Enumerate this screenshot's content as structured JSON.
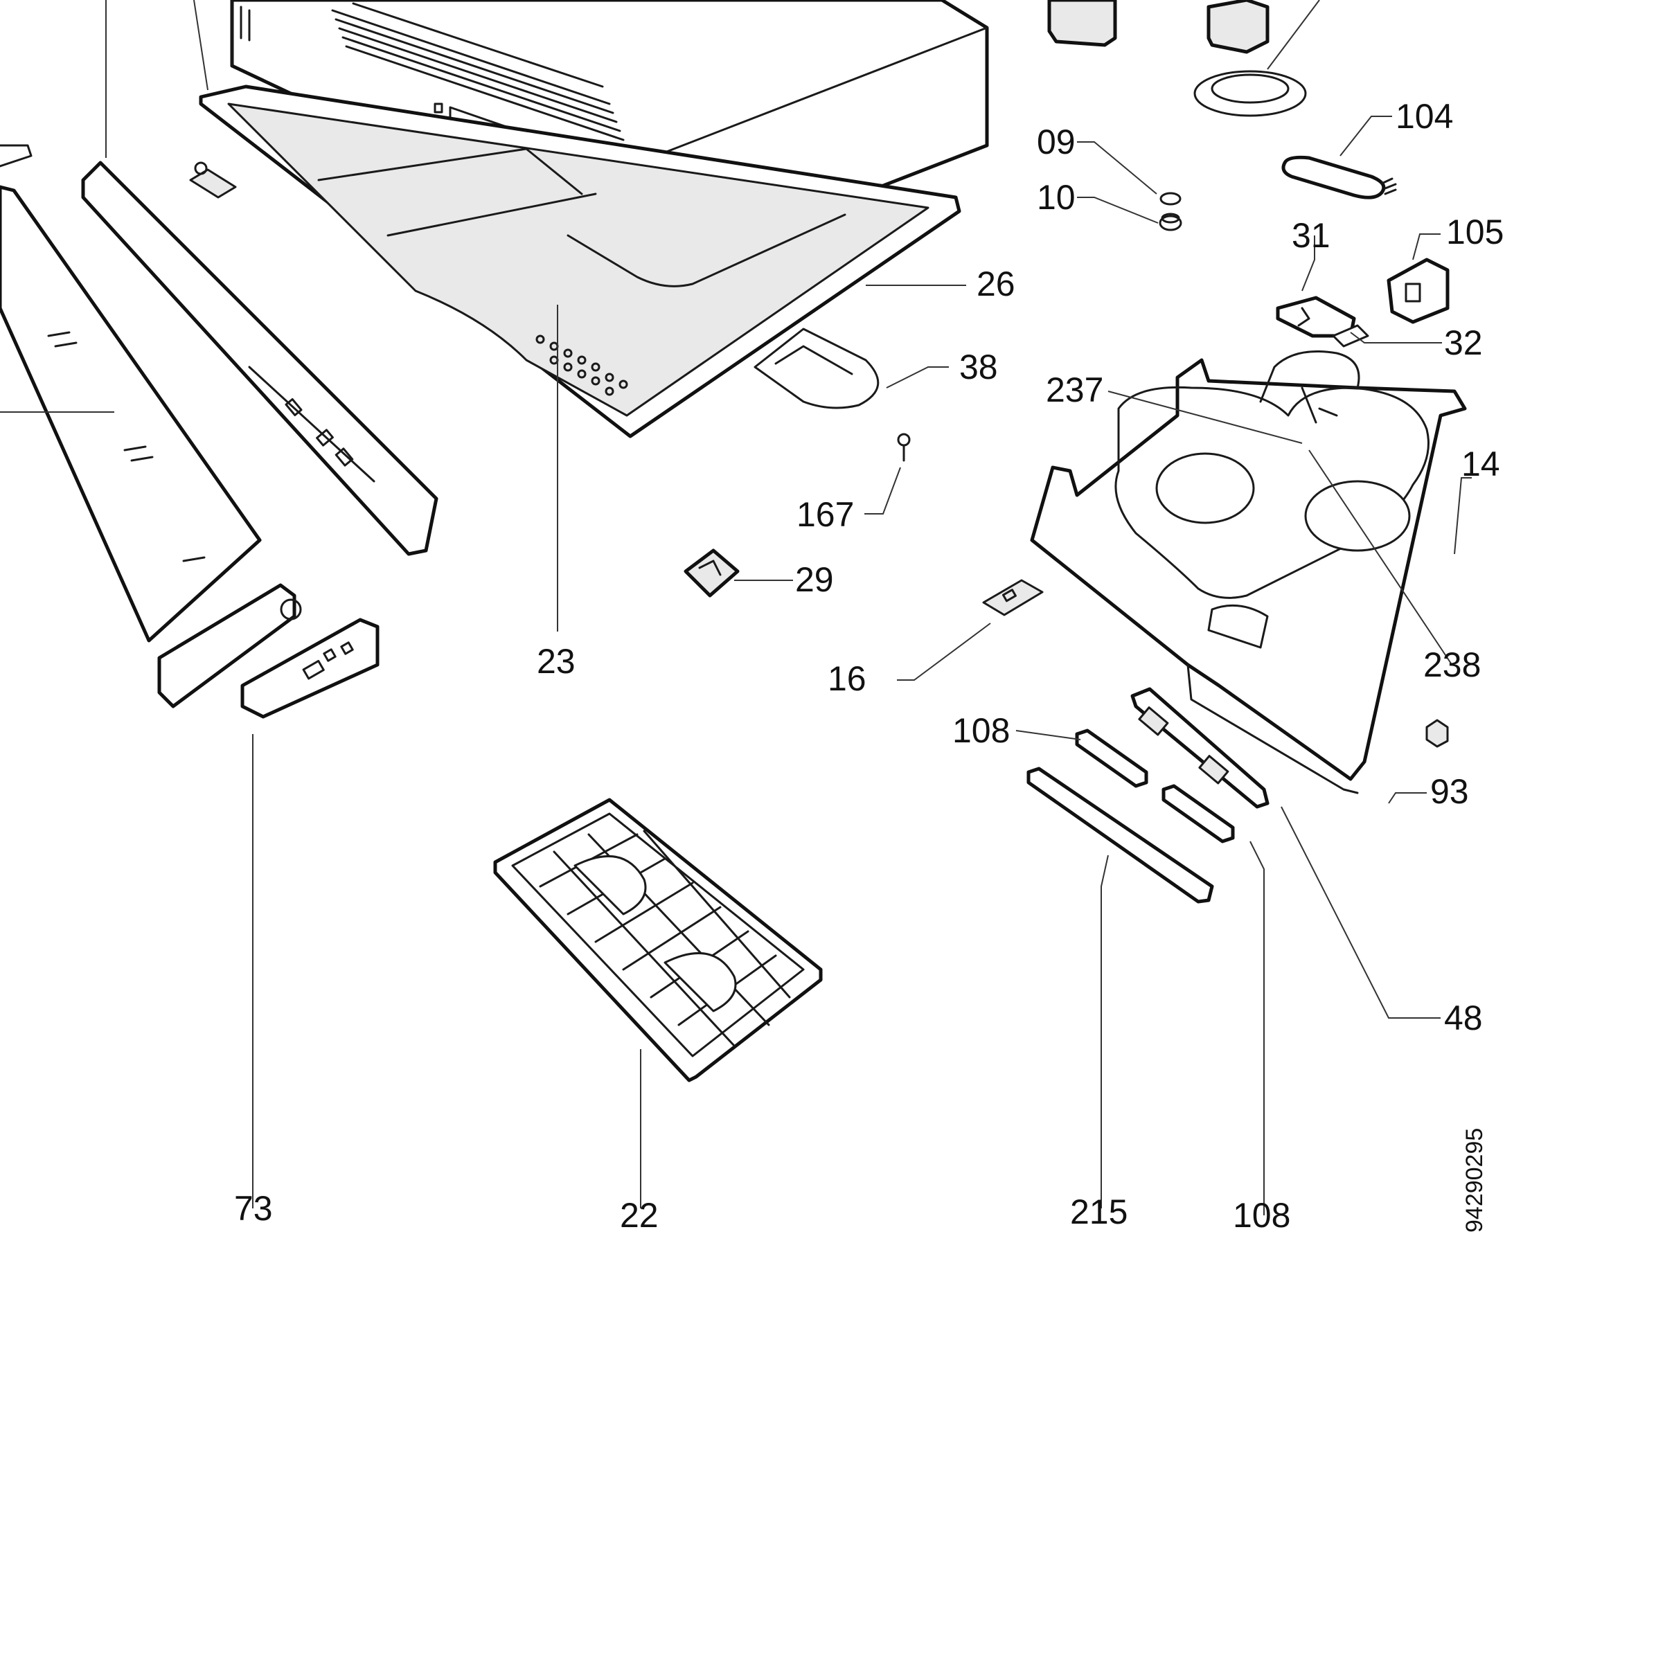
{
  "diagram": {
    "drawing_code": "94290295",
    "labels": {
      "p09": "09",
      "p10": "10",
      "p104": "104",
      "p31": "31",
      "p105": "105",
      "p26": "26",
      "p32": "32",
      "p38": "38",
      "p237": "237",
      "p14": "14",
      "p167": "167",
      "p29": "29",
      "p23": "23",
      "p16": "16",
      "p238": "238",
      "p108a": "108",
      "p93": "93",
      "p48": "48",
      "p73": "73",
      "p22": "22",
      "p215": "215",
      "p108b": "108"
    }
  }
}
